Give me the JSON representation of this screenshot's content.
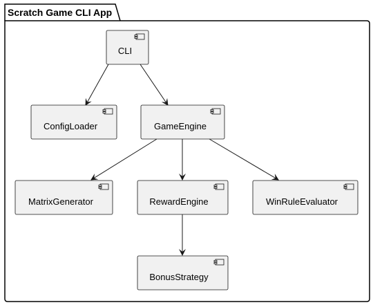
{
  "package": {
    "title": "Scratch Game CLI App"
  },
  "components": {
    "cli": "CLI",
    "config_loader": "ConfigLoader",
    "game_engine": "GameEngine",
    "matrix_generator": "MatrixGenerator",
    "reward_engine": "RewardEngine",
    "win_rule_evaluator": "WinRuleEvaluator",
    "bonus_strategy": "BonusStrategy"
  },
  "dependencies": [
    {
      "from": "CLI",
      "to": "ConfigLoader"
    },
    {
      "from": "CLI",
      "to": "GameEngine"
    },
    {
      "from": "GameEngine",
      "to": "MatrixGenerator"
    },
    {
      "from": "GameEngine",
      "to": "RewardEngine"
    },
    {
      "from": "GameEngine",
      "to": "WinRuleEvaluator"
    },
    {
      "from": "RewardEngine",
      "to": "BonusStrategy"
    }
  ]
}
